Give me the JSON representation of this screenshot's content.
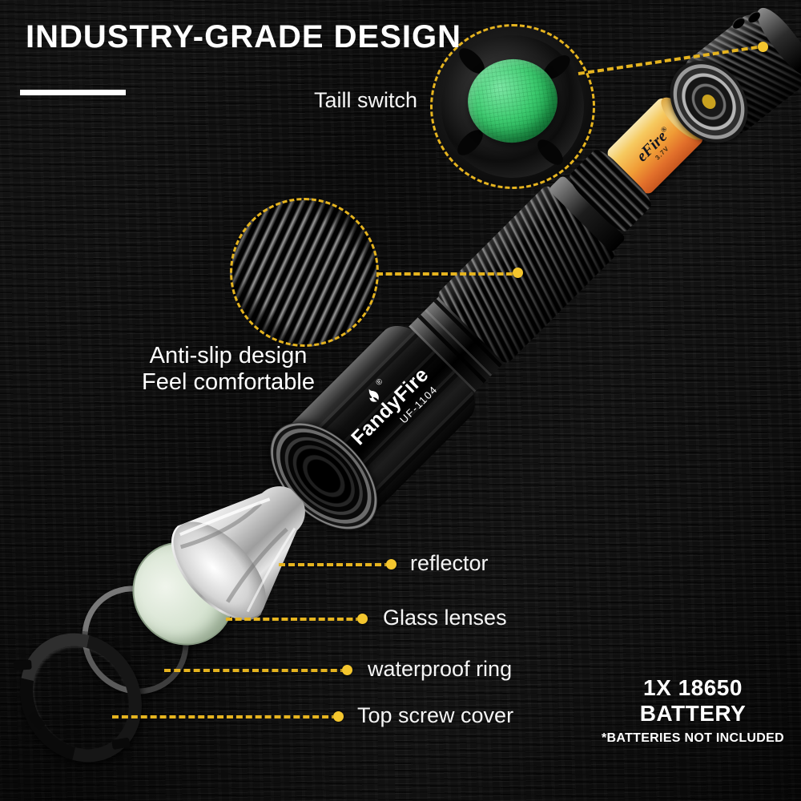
{
  "title": {
    "text": "INDUSTRY-GRADE DESIGN"
  },
  "callouts": {
    "tail_switch": {
      "label": "Taill switch"
    },
    "anti_slip": {
      "line1": "Anti-slip design",
      "line2": "Feel comfortable"
    }
  },
  "part_labels": [
    {
      "label": "reflector"
    },
    {
      "label": "Glass lenses"
    },
    {
      "label": "waterproof ring"
    },
    {
      "label": "Top screw cover"
    }
  ],
  "battery_note": {
    "line1": "1X 18650 BATTERY",
    "line2": "*BATTERIES NOT INCLUDED"
  },
  "product": {
    "brand": "FandyFire",
    "trademark": "®",
    "model": "UF-1104"
  },
  "battery": {
    "brand_fragment": "eFire",
    "trademark": "®",
    "spec_fragment": "3.7V"
  },
  "colors": {
    "accent_yellow": "#e6b41f",
    "switch_green": "#2fbf63",
    "battery_orange": "#ee8a2e",
    "text_white": "#ffffff",
    "background": "#0e0e0e"
  }
}
